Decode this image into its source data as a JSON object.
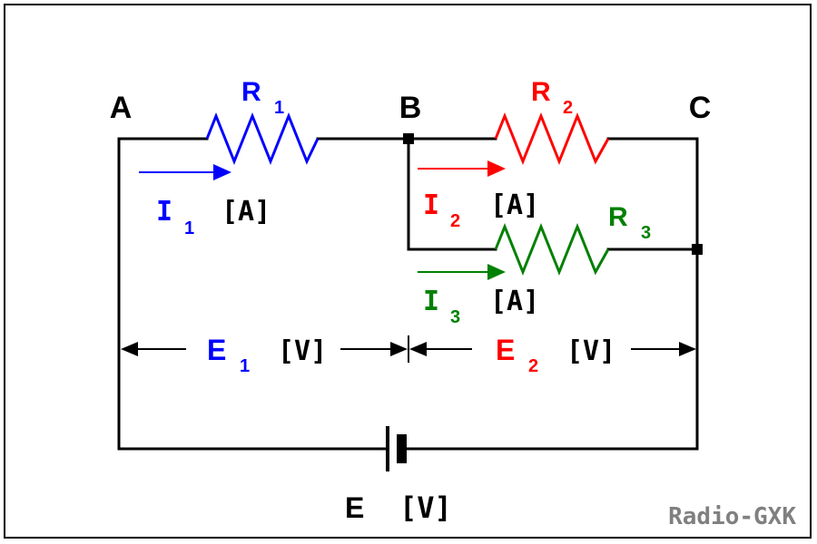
{
  "colors": {
    "wire": "#000000",
    "frame": "#000000",
    "r1": "#0000ff",
    "r2": "#ff0000",
    "r3": "#008000",
    "watermark": "#808080"
  },
  "nodes": {
    "a": "A",
    "b": "B",
    "c": "C"
  },
  "resistors": {
    "r1": {
      "main": "R",
      "sub": "1"
    },
    "r2": {
      "main": "R",
      "sub": "2"
    },
    "r3": {
      "main": "R",
      "sub": "3"
    }
  },
  "currents": {
    "i1": {
      "main": "I",
      "sub": "1",
      "unit": "[A]"
    },
    "i2": {
      "main": "I",
      "sub": "2",
      "unit": "[A]"
    },
    "i3": {
      "main": "I",
      "sub": "3",
      "unit": "[A]"
    }
  },
  "voltages": {
    "e1": {
      "main": "E",
      "sub": "1",
      "unit": "[V]"
    },
    "e2": {
      "main": "E",
      "sub": "2",
      "unit": "[V]"
    },
    "e": {
      "main": "E",
      "unit": "[V]"
    }
  },
  "watermark": "Radio-GXK"
}
